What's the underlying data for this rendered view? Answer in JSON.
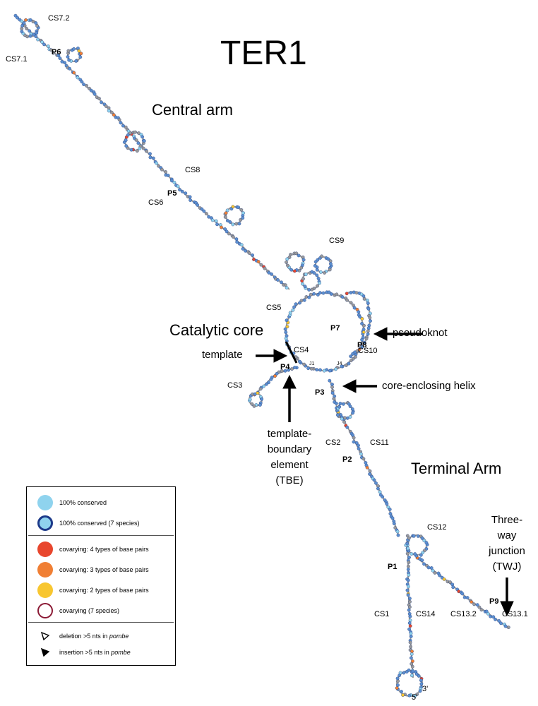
{
  "title": "TER1",
  "regions": {
    "central_arm": "Central arm",
    "catalytic_core": "Catalytic core",
    "terminal_arm": "Terminal Arm"
  },
  "labels": {
    "cs7_2": "CS7.2",
    "cs7_1": "CS7.1",
    "p6": "P6",
    "cs8": "CS8",
    "p5": "P5",
    "cs6": "CS6",
    "cs9": "CS9",
    "cs5": "CS5",
    "p7": "P7",
    "p8": "P8",
    "cs10": "CS10",
    "cs4": "CS4",
    "p4": "P4",
    "j1": "J1",
    "j4": "J4",
    "cs3": "CS3",
    "p3": "P3",
    "cs2": "CS2",
    "cs11": "CS11",
    "p2": "P2",
    "cs12": "CS12",
    "p1": "P1",
    "cs1": "CS1",
    "cs14": "CS14",
    "p9": "P9",
    "cs13_2": "CS13.2",
    "cs13_1": "CS13.1",
    "five_prime": "5'",
    "three_prime": "3'"
  },
  "callouts": {
    "pseudoknot": "pseudoknot",
    "template": "template",
    "core_enclosing": "core-enclosing helix",
    "tbe_line1": "template-",
    "tbe_line2": "boundary",
    "tbe_line3": "element",
    "tbe_line4": "(TBE)",
    "twj_line1": "Three-",
    "twj_line2": "way",
    "twj_line3": "junction",
    "twj_line4": "(TWJ)"
  },
  "legend": {
    "items": [
      {
        "label": "100% conserved",
        "color": "#8fd3ee",
        "style": "fill"
      },
      {
        "label": "100% conserved (7 species)",
        "color": "#8fd3ee",
        "border": "#1d3a8a",
        "style": "fill-ring"
      },
      {
        "label": "covarying: 4 types of base pairs",
        "color": "#e8462d",
        "style": "fill"
      },
      {
        "label": "covarying: 3 types of base pairs",
        "color": "#f07f34",
        "style": "fill"
      },
      {
        "label": "covarying: 2 types of base pairs",
        "color": "#f8c630",
        "style": "fill"
      },
      {
        "label": "covarying (7 species)",
        "color": "#8b1a35",
        "style": "ring"
      }
    ],
    "deletion_prefix": "deletion >5 nts in ",
    "deletion_species": "pombe",
    "insertion_prefix": "insertion >5 nts in ",
    "insertion_species": "pombe"
  },
  "colors": {
    "conserved": "#5b8fd1",
    "conserved_light": "#8fd3ee",
    "cov4": "#e8462d",
    "cov3": "#f07f34",
    "cov2": "#f8c630",
    "backbone": "#9a9a9a"
  }
}
